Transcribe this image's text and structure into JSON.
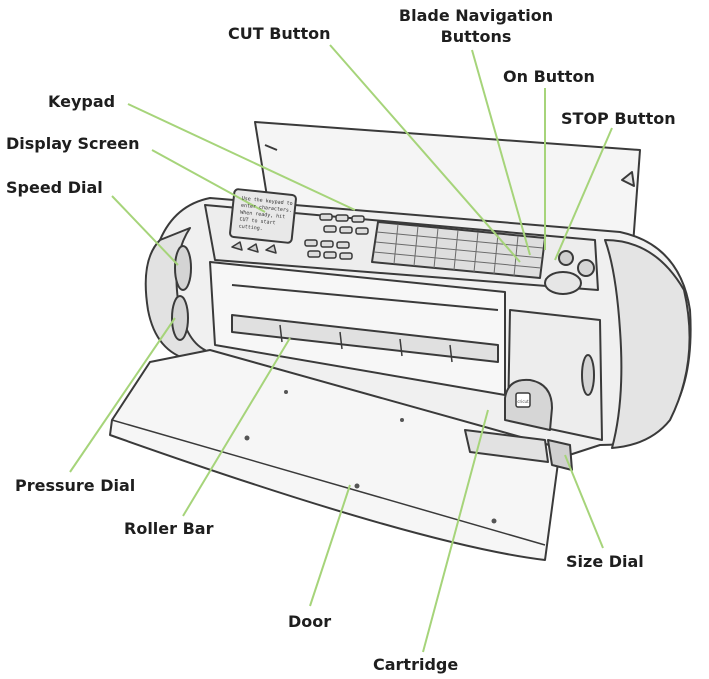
{
  "diagram": {
    "leader_color": "#a6d47a",
    "line_color": "#3a3a3a",
    "fill_color": "#f2f2f2",
    "shade_color": "#d9d9d9",
    "labels": {
      "cut_button": "CUT Button",
      "blade_navigation_line1": "Blade Navigation",
      "blade_navigation_line2": "Buttons",
      "on_button": "On Button",
      "stop_button": "STOP Button",
      "keypad": "Keypad",
      "display_screen": "Display Screen",
      "speed_dial": "Speed Dial",
      "pressure_dial": "Pressure Dial",
      "roller_bar": "Roller Bar",
      "door": "Door",
      "cartridge": "Cartridge",
      "size_dial": "Size Dial"
    },
    "display_text": [
      "Use the keypad to",
      "enter characters.",
      "When ready, hit",
      "CUT to start",
      "cutting."
    ],
    "cartridge_logo": "cricut"
  }
}
